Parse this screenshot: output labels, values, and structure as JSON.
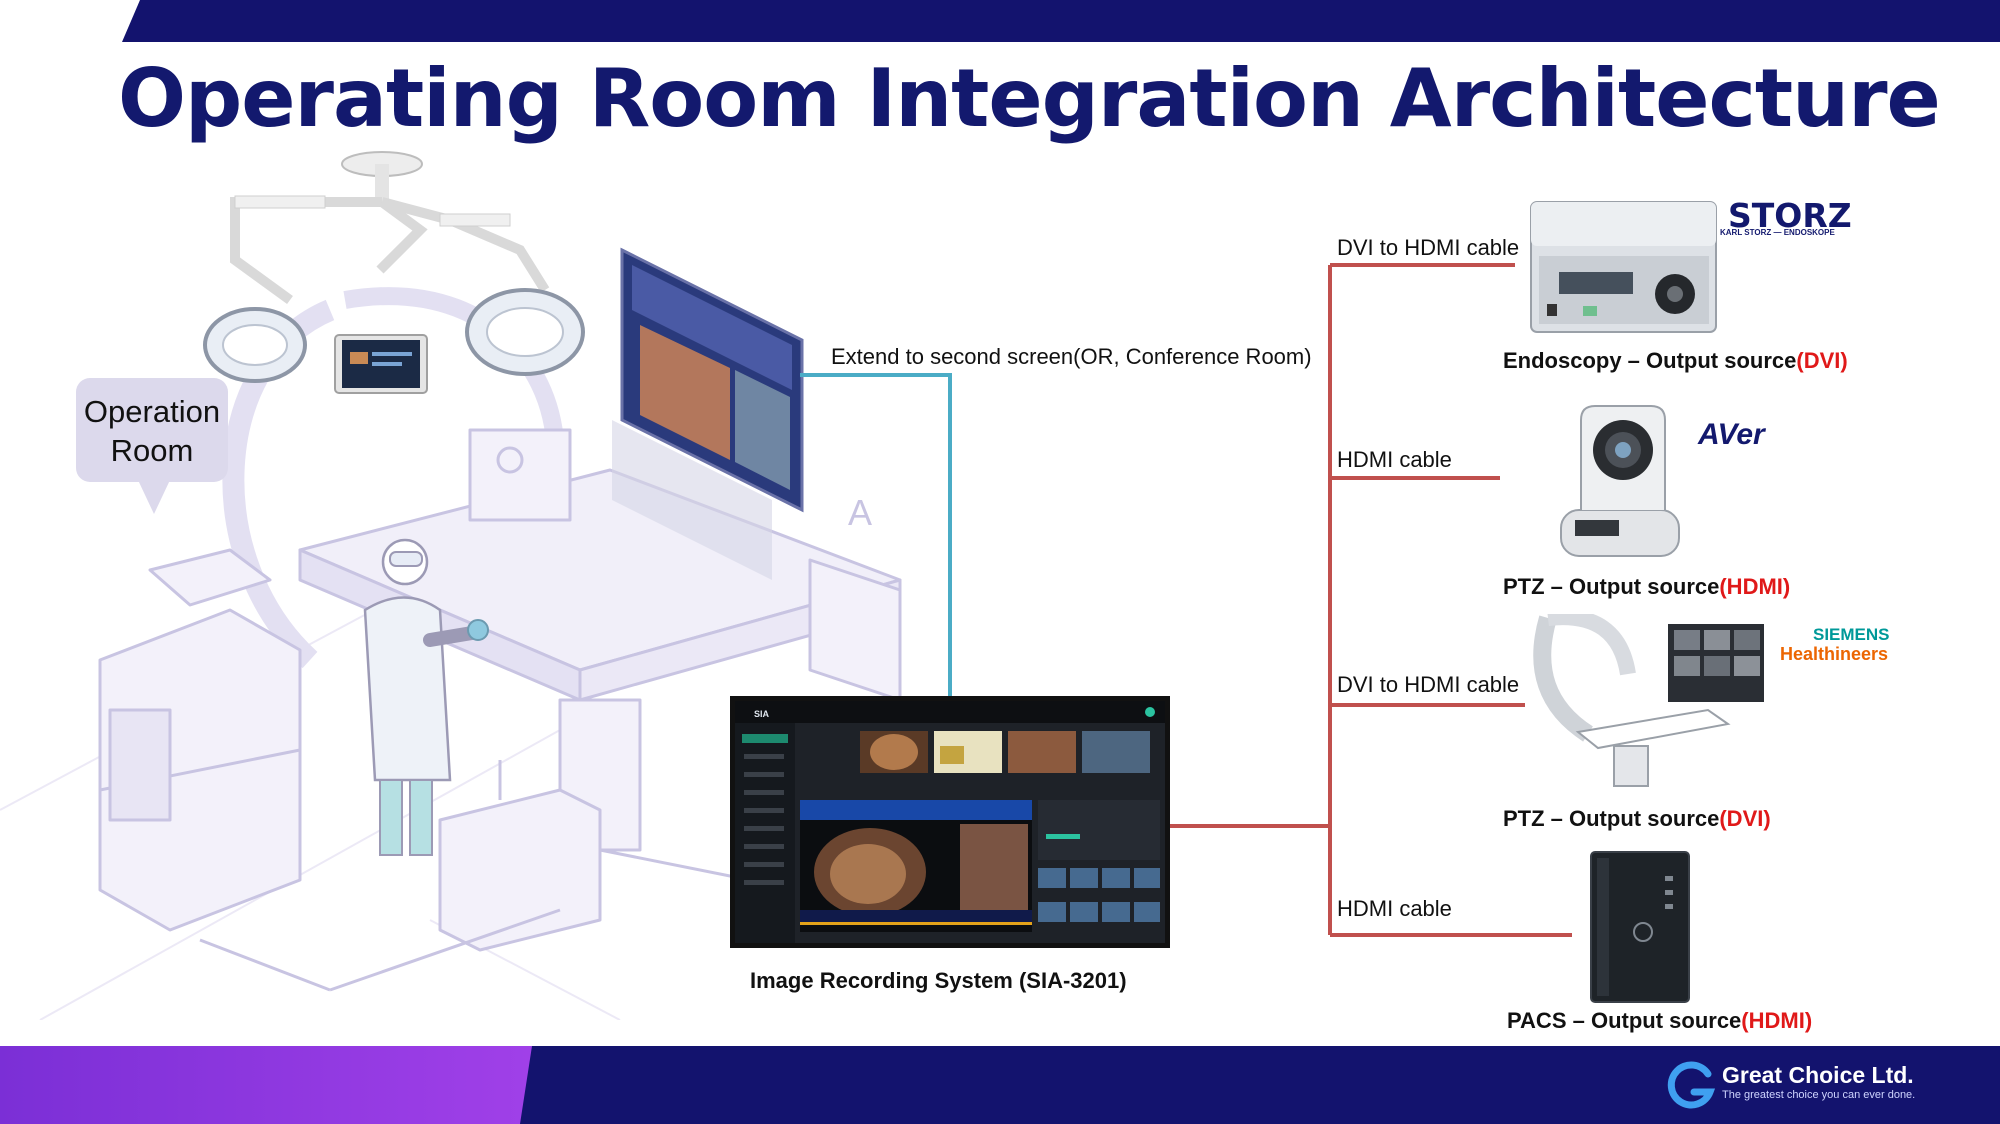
{
  "title": "Operating Room Integration Architecture",
  "operation_room_label": "Operation Room",
  "room_sign": "A",
  "extend_label": "Extend to second screen(OR, Conference Room)",
  "recording_system_label": "Image Recording System (SIA-3201)",
  "cables": [
    {
      "label": "DVI to HDMI cable"
    },
    {
      "label": "HDMI cable"
    },
    {
      "label": "DVI to HDMI cable"
    },
    {
      "label": "HDMI cable"
    }
  ],
  "devices": [
    {
      "prefix": "Endoscopy – Output source",
      "highlight": "(DVI)",
      "logo": "STORZ",
      "logo_sub": "KARL STORZ — ENDOSKOPE",
      "icon": "endoscopy-unit-icon"
    },
    {
      "prefix": "PTZ – Output source",
      "highlight": "(HDMI)",
      "logo": "AVer",
      "icon": "ptz-camera-icon"
    },
    {
      "prefix": "PTZ – Output source",
      "highlight": "(DVI)",
      "logo": "SIEMENS",
      "logo_sub": "Healthineers",
      "icon": "c-arm-system-icon"
    },
    {
      "prefix": "PACS – Output source",
      "highlight": "(HDMI)",
      "icon": "pc-tower-icon"
    }
  ],
  "brand": {
    "name": "Great Choice Ltd.",
    "tagline": "The greatest choice you can ever done."
  },
  "colors": {
    "navy": "#13196e",
    "cable_red": "#c0504d",
    "cable_blue": "#4bacc6",
    "highlight": "#e01919",
    "purple": "#8a2be2"
  }
}
